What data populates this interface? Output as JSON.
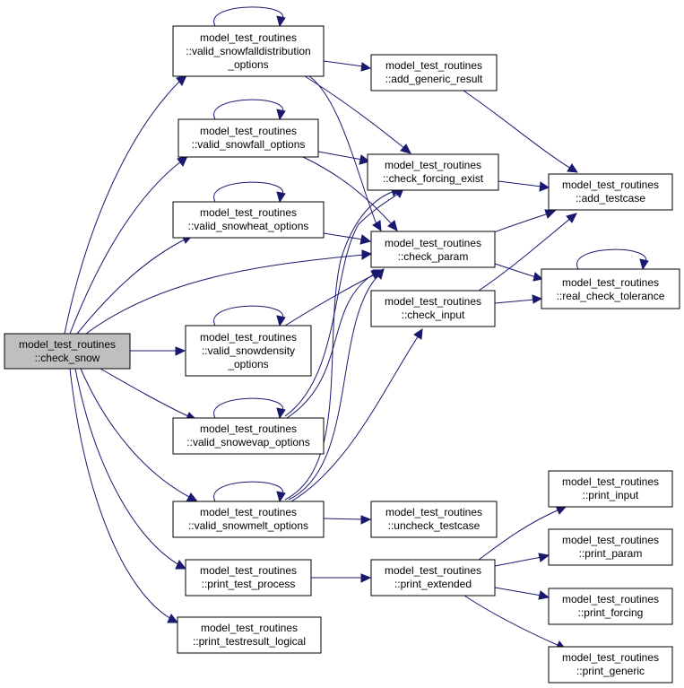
{
  "graph": {
    "edge_color": "#191970",
    "nodes": {
      "check_snow": [
        "model_test_routines",
        "::check_snow"
      ],
      "valid_snowfalldistribution": [
        "model_test_routines",
        "::valid_snowfalldistribution",
        "_options"
      ],
      "valid_snowfall": [
        "model_test_routines",
        "::valid_snowfall_options"
      ],
      "valid_snowheat": [
        "model_test_routines",
        "::valid_snowheat_options"
      ],
      "valid_snowdensity": [
        "model_test_routines",
        "::valid_snowdensity",
        "_options"
      ],
      "valid_snowevap": [
        "model_test_routines",
        "::valid_snowevap_options"
      ],
      "valid_snowmelt": [
        "model_test_routines",
        "::valid_snowmelt_options"
      ],
      "print_test_process": [
        "model_test_routines",
        "::print_test_process"
      ],
      "print_testresult_logical": [
        "model_test_routines",
        "::print_testresult_logical"
      ],
      "add_generic_result": [
        "model_test_routines",
        "::add_generic_result"
      ],
      "check_forcing_exist": [
        "model_test_routines",
        "::check_forcing_exist"
      ],
      "check_param": [
        "model_test_routines",
        "::check_param"
      ],
      "check_input": [
        "model_test_routines",
        "::check_input"
      ],
      "uncheck_testcase": [
        "model_test_routines",
        "::uncheck_testcase"
      ],
      "print_extended": [
        "model_test_routines",
        "::print_extended"
      ],
      "add_testcase": [
        "model_test_routines",
        "::add_testcase"
      ],
      "real_check_tolerance": [
        "model_test_routines",
        "::real_check_tolerance"
      ],
      "print_input": [
        "model_test_routines",
        "::print_input"
      ],
      "print_param": [
        "model_test_routines",
        "::print_param"
      ],
      "print_forcing": [
        "model_test_routines",
        "::print_forcing"
      ],
      "print_generic": [
        "model_test_routines",
        "::print_generic"
      ]
    }
  }
}
